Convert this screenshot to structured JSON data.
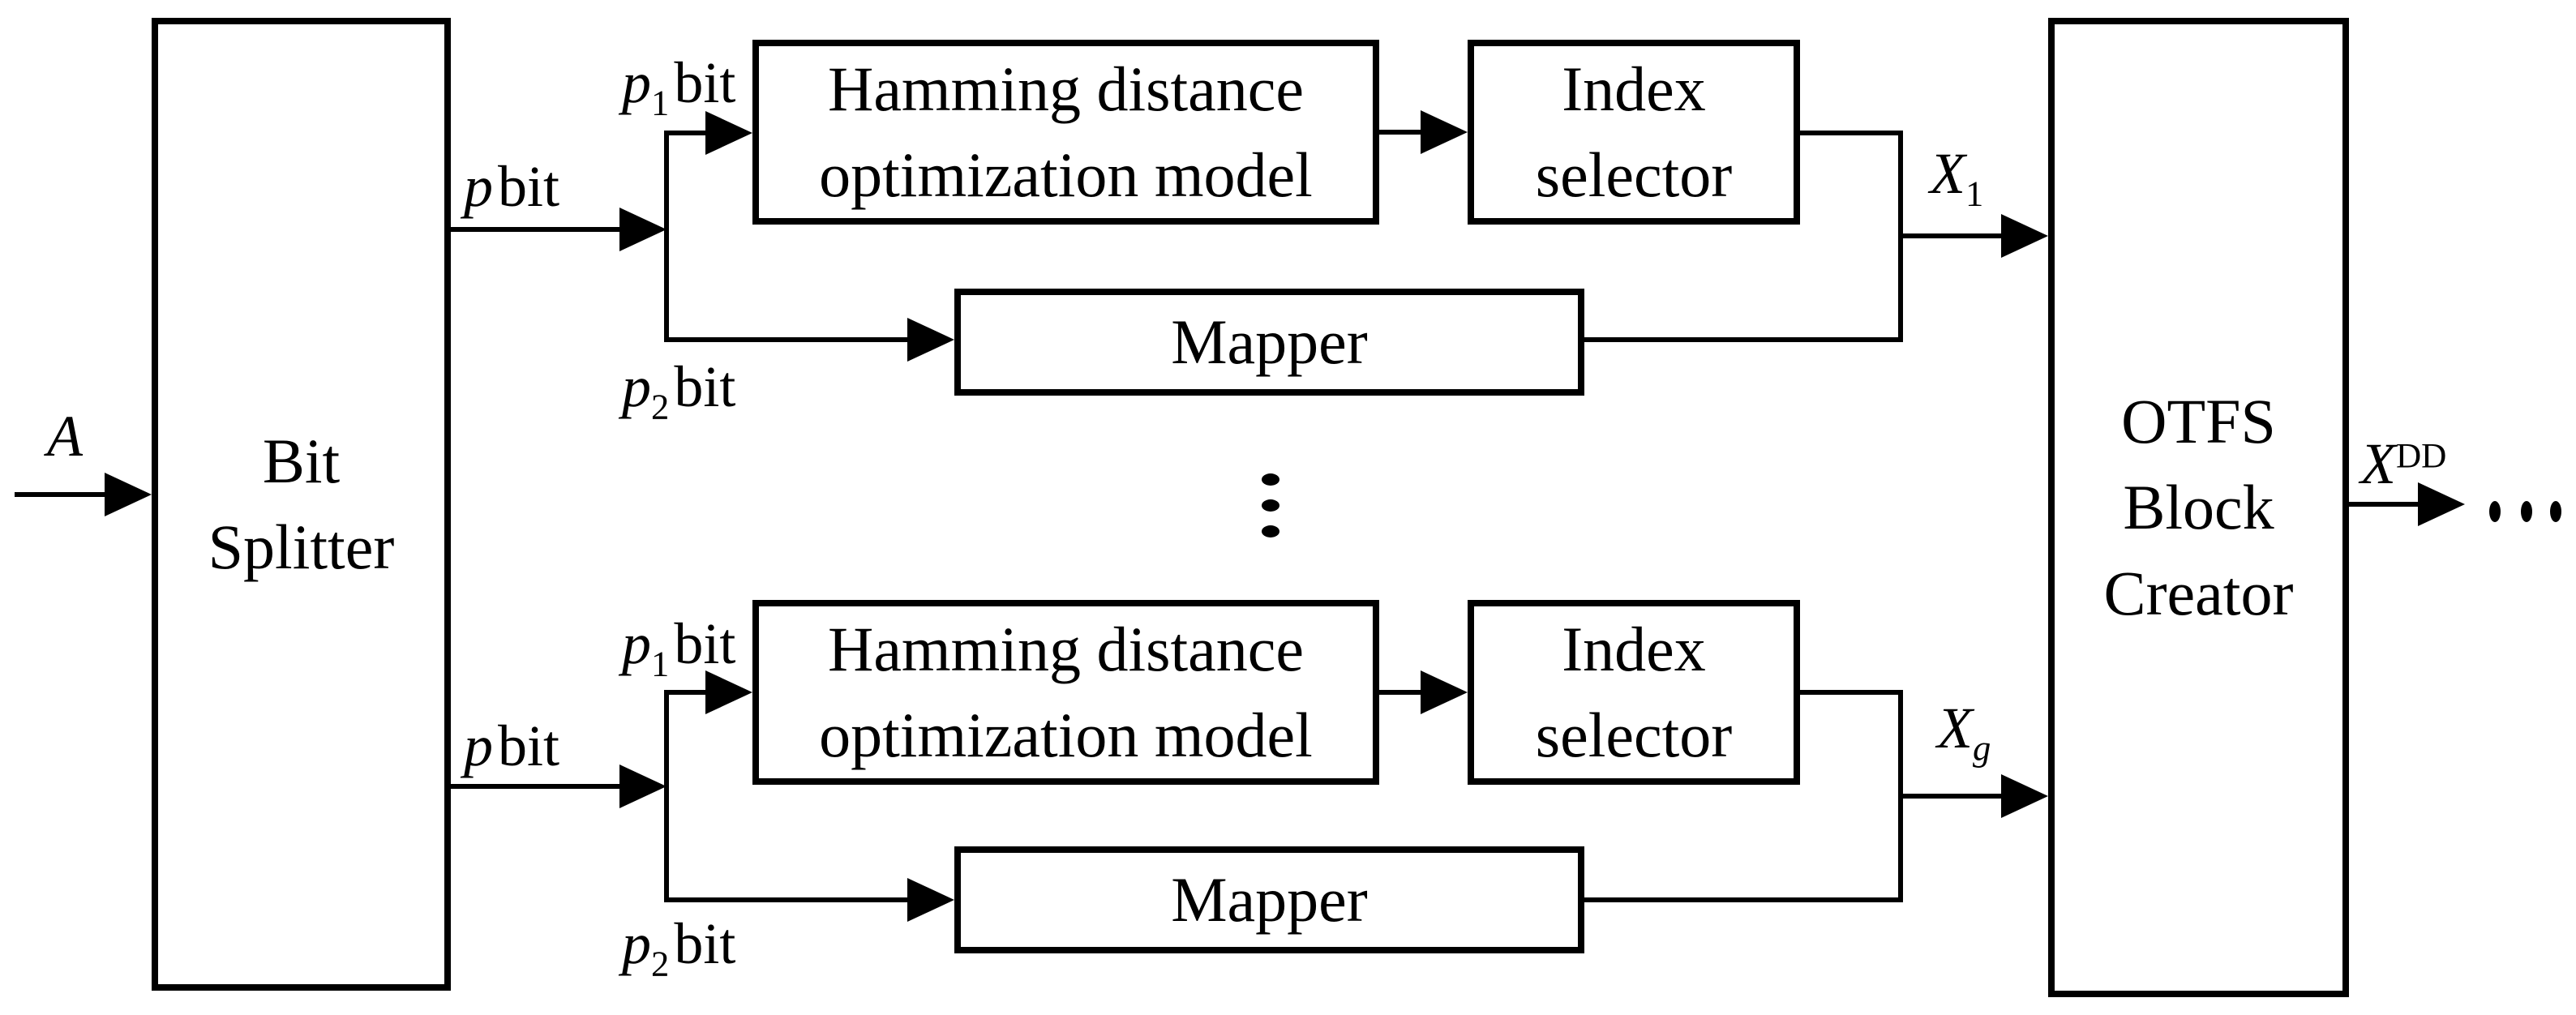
{
  "diagram": {
    "input_signal": "A",
    "bit_splitter": {
      "lines": [
        "Bit",
        "Splitter"
      ]
    },
    "otfs_block_creator": {
      "lines": [
        "OTFS",
        "Block",
        "Creator"
      ]
    },
    "output_signal": {
      "base": "X",
      "sup": "DD"
    },
    "branches": [
      {
        "p_bit": {
          "var": "p",
          "rest": "bit"
        },
        "p1_bit": {
          "var": "p",
          "sub": "1",
          "rest": "bit"
        },
        "p2_bit": {
          "var": "p",
          "sub": "2",
          "rest": "bit"
        },
        "hamming_model": {
          "lines": [
            "Hamming distance",
            "optimization model"
          ]
        },
        "index_selector": {
          "lines": [
            "Index",
            "selector"
          ]
        },
        "mapper": "Mapper",
        "output": {
          "base": "X",
          "sub": "1"
        }
      },
      {
        "p_bit": {
          "var": "p",
          "rest": "bit"
        },
        "p1_bit": {
          "var": "p",
          "sub": "1",
          "rest": "bit"
        },
        "p2_bit": {
          "var": "p",
          "sub": "2",
          "rest": "bit"
        },
        "hamming_model": {
          "lines": [
            "Hamming distance",
            "optimization model"
          ]
        },
        "index_selector": {
          "lines": [
            "Index",
            "selector"
          ]
        },
        "mapper": "Mapper",
        "output": {
          "base": "X",
          "sub": "g"
        }
      }
    ],
    "icons": {
      "vertical_ellipsis": "⋮",
      "horizontal_ellipsis": "⋯"
    },
    "colors": {
      "ink": "#000000",
      "background": "#ffffff"
    }
  }
}
